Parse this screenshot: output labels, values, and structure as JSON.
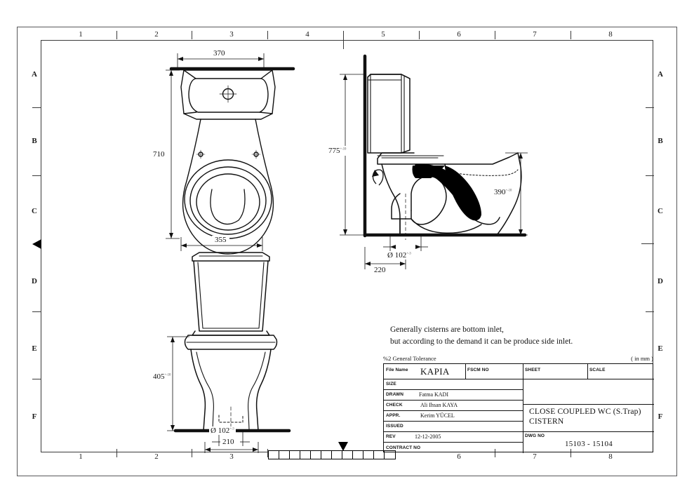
{
  "sheet": {
    "border_numbers_top": [
      "1",
      "2",
      "3",
      "4",
      "5",
      "6",
      "7",
      "8"
    ],
    "border_numbers_bottom": [
      "1",
      "2",
      "3",
      "6",
      "7",
      "8"
    ],
    "border_letters": [
      "A",
      "B",
      "C",
      "D",
      "E",
      "F"
    ]
  },
  "notes": {
    "line1": "Generally cisterns are bottom inlet,",
    "line2": "but according to  the demand it can be produce side inlet."
  },
  "tolerance_line": {
    "left": "%2 General Tolerance",
    "right": "( in mm )"
  },
  "views": {
    "plan": {
      "name": "plan-view",
      "dim_top": "370",
      "dim_left": "710",
      "dim_bottom": "355"
    },
    "section": {
      "name": "side-section-view",
      "dim_height": "775",
      "dim_height_tol": "+-10",
      "dim_right": "390",
      "dim_right_tol": "+-10",
      "dim_outlet": "Ø 102",
      "dim_outlet_tol": "+-3",
      "dim_wall": "220"
    },
    "front": {
      "name": "front-elevation-view",
      "dim_left": "405",
      "dim_left_tol": "+-10",
      "dim_outlet": "Ø 102",
      "dim_outlet_tol": "+-3",
      "dim_width": "210"
    }
  },
  "title_block": {
    "file_name_label": "File Name",
    "file_name_value": "KAPIA",
    "fscm_label": "FSCM NO",
    "fscm_value": "",
    "sheet_label": "SHEET",
    "sheet_value": "",
    "scale_label": "SCALE",
    "scale_value": "",
    "size_label": "SIZE",
    "size_value": "",
    "drawn_label": "DRAWN",
    "drawn_value": "Fatma KADI",
    "check_label": "CHECK",
    "check_value": "Ali Ihsan KAYA",
    "appr_label": "APPR.",
    "appr_value": "Kerim YÜCEL",
    "issued_label": "ISSUED",
    "issued_value": "",
    "rev_label": "REV",
    "rev_value": "12-12-2005",
    "contract_label": "CONTRACT NO",
    "contract_value": "",
    "title_line1": "CLOSE COUPLED WC (S.Trap)",
    "title_line2": "CISTERN",
    "dwg_label": "DWG NO",
    "dwg_value": "15103 - 15104"
  },
  "colors": {
    "ink": "#111111",
    "frame": "#58585a",
    "paper": "#ffffff"
  }
}
